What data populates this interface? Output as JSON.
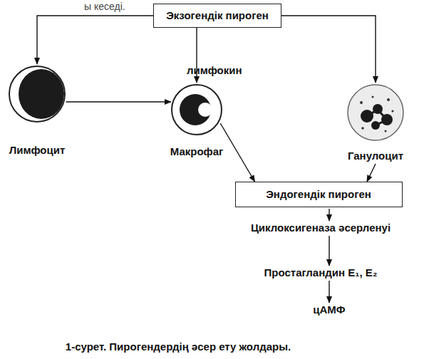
{
  "diagram": {
    "caption": "1-сурет. Пирогендердің әсер ету жолдары.",
    "nodes": [
      {
        "text": [
          "Экзогендік пироген"
        ]
      },
      {
        "text": [
          "Лимфоцит"
        ]
      },
      {
        "text": [
          "Макрофаг"
        ]
      },
      {
        "text": [
          "Ганулоцит"
        ]
      },
      {
        "text": [
          "Эндогендік пироген"
        ]
      },
      {
        "text": [
          "Циклоксигеназа әсерленуі"
        ]
      },
      {
        "text": [
          "Простагландин Е₁, Е₂"
        ]
      },
      {
        "text": [
          "цАМФ"
        ]
      }
    ],
    "edges": [
      {
        "from": 0,
        "to": 1,
        "arrow": "to"
      },
      {
        "from": 0,
        "to": 2,
        "arrow": "to"
      },
      {
        "from": 0,
        "to": 3,
        "arrow": "to"
      },
      {
        "from": 1,
        "to": 2,
        "arrow": "to"
      },
      {
        "from": 2,
        "to": 4,
        "arrow": "to"
      },
      {
        "from": 3,
        "to": 4,
        "arrow": "to"
      },
      {
        "from": 4,
        "to": 5,
        "arrow": "to"
      },
      {
        "from": 5,
        "to": 6,
        "arrow": "to"
      },
      {
        "from": 6,
        "to": 7,
        "arrow": "to"
      }
    ],
    "labels": [
      "лимфокин",
      "ы кеседі."
    ]
  }
}
